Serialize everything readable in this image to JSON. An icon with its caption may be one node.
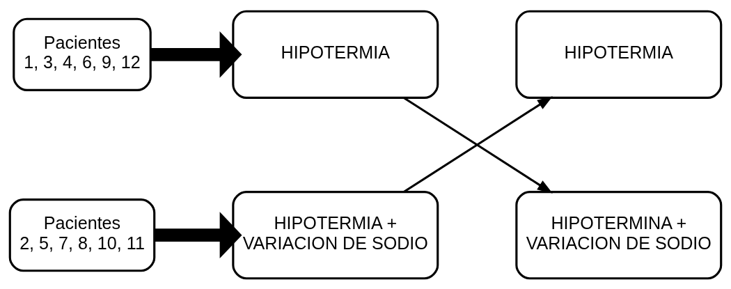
{
  "diagram": {
    "nodes": [
      {
        "text": [
          "Pacientes",
          "1, 3, 4, 6, 9, 12"
        ]
      },
      {
        "text": [
          "HIPOTERMIA"
        ]
      },
      {
        "text": [
          "HIPOTERMIA"
        ]
      },
      {
        "text": [
          "Pacientes",
          "2, 5, 7, 8, 10, 11"
        ]
      },
      {
        "text": [
          "HIPOTERMIA + VARIACION DE SODIO"
        ]
      },
      {
        "text": [
          "HIPOTERMINA + VARIACION DE SODIO"
        ]
      }
    ],
    "edges": [
      {
        "from": 0,
        "to": 1,
        "arrow": "to",
        "style": "thick"
      },
      {
        "from": 3,
        "to": 4,
        "arrow": "to",
        "style": "thick"
      },
      {
        "from": 1,
        "to": 5,
        "arrow": "to"
      },
      {
        "from": 4,
        "to": 2,
        "arrow": "to"
      }
    ]
  }
}
